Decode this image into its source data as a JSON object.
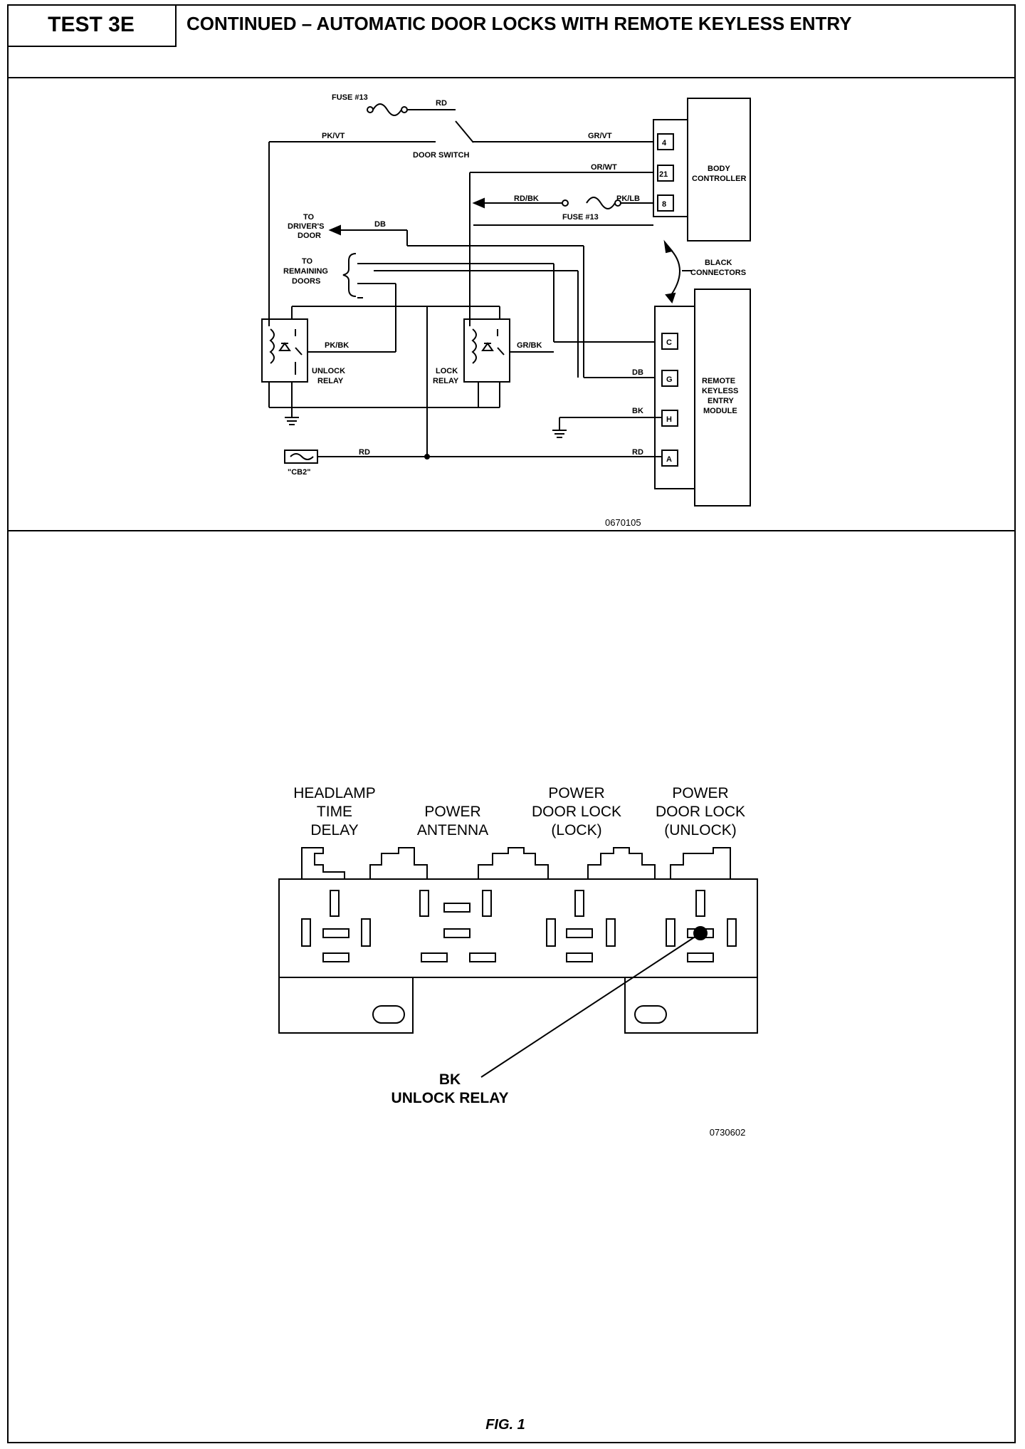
{
  "header": {
    "test_label": "TEST 3E",
    "title": "CONTINUED – AUTOMATIC DOOR LOCKS WITH REMOTE KEYLESS ENTRY"
  },
  "wiring_diagram": {
    "fuse_top": "FUSE #13",
    "rd_top": "RD",
    "pk_vt": "PK/VT",
    "door_switch": "DOOR SWITCH",
    "gr_vt": "GR/VT",
    "or_wt": "OR/WT",
    "rd_bk": "RD/BK",
    "pk_lb": "PK/LB",
    "fuse_mid": "FUSE #13",
    "pin_4": "4",
    "pin_21": "21",
    "pin_8": "8",
    "body_controller_1": "BODY",
    "body_controller_2": "CONTROLLER",
    "to_drivers_1": "TO",
    "to_drivers_2": "DRIVER'S",
    "to_drivers_3": "DOOR",
    "db_1": "DB",
    "to_remaining_1": "TO",
    "to_remaining_2": "REMAINING",
    "to_remaining_3": "DOORS",
    "black_connectors_1": "BLACK",
    "black_connectors_2": "CONNECTORS",
    "pk_bk": "PK/BK",
    "gr_bk": "GR/BK",
    "unlock_relay_1": "UNLOCK",
    "unlock_relay_2": "RELAY",
    "lock_relay_1": "LOCK",
    "lock_relay_2": "RELAY",
    "pin_c": "C",
    "pin_g": "G",
    "pin_h": "H",
    "pin_a": "A",
    "db_2": "DB",
    "bk": "BK",
    "rd_left": "RD",
    "rd_right": "RD",
    "cb2": "\"CB2\"",
    "rke_1": "REMOTE",
    "rke_2": "KEYLESS",
    "rke_3": "ENTRY",
    "rke_4": "MODULE",
    "fig_id": "0670105"
  },
  "relay_block": {
    "headlamp_1": "HEADLAMP",
    "headlamp_2": "TIME",
    "headlamp_3": "DELAY",
    "antenna_1": "POWER",
    "antenna_2": "ANTENNA",
    "pdl_lock_1": "POWER",
    "pdl_lock_2": "DOOR LOCK",
    "pdl_lock_3": "(LOCK)",
    "pdl_unlock_1": "POWER",
    "pdl_unlock_2": "DOOR LOCK",
    "pdl_unlock_3": "(UNLOCK)",
    "callout_1": "BK",
    "callout_2": "UNLOCK RELAY",
    "fig_id": "0730602"
  },
  "footer": {
    "fig_label": "FIG. 1"
  }
}
